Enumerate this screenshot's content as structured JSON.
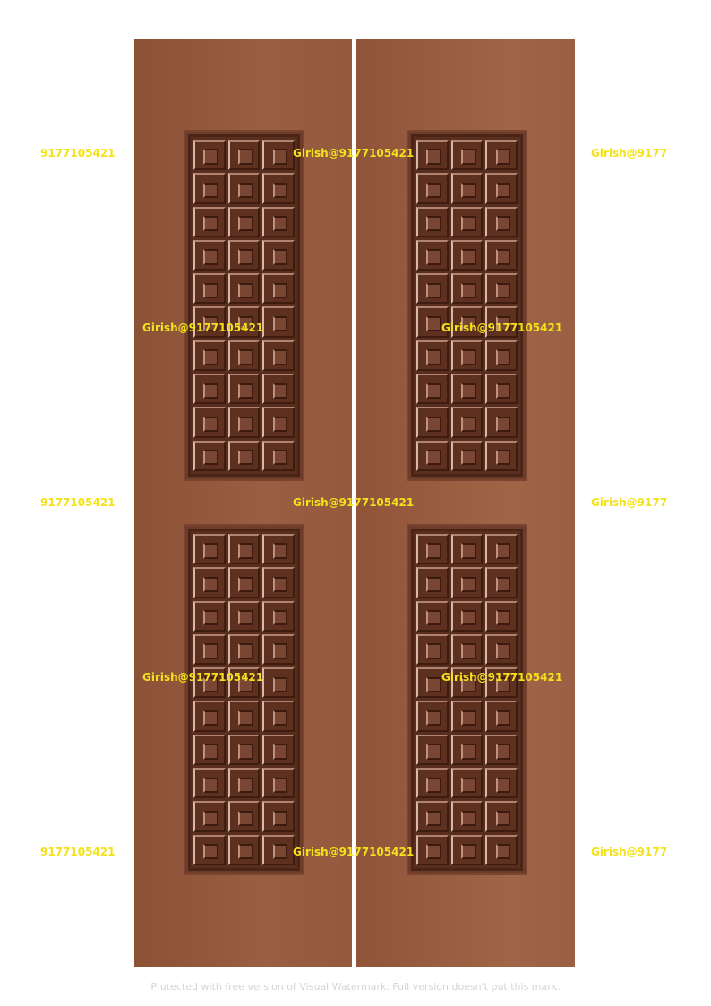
{
  "watermarks": {
    "phone": "9177105421",
    "full": "Girish@9177105421",
    "partial": "Girish@9177"
  },
  "footer": "Protected with free version of Visual Watermark. Full version doesn't put this mark.",
  "doors": {
    "count": 2,
    "panels_per_door": 2,
    "tile_columns": 3,
    "tile_rows": 10
  },
  "colors": {
    "door": "#9a5e42",
    "panel": "#5a2e1e",
    "watermark": "#f3e21b"
  }
}
